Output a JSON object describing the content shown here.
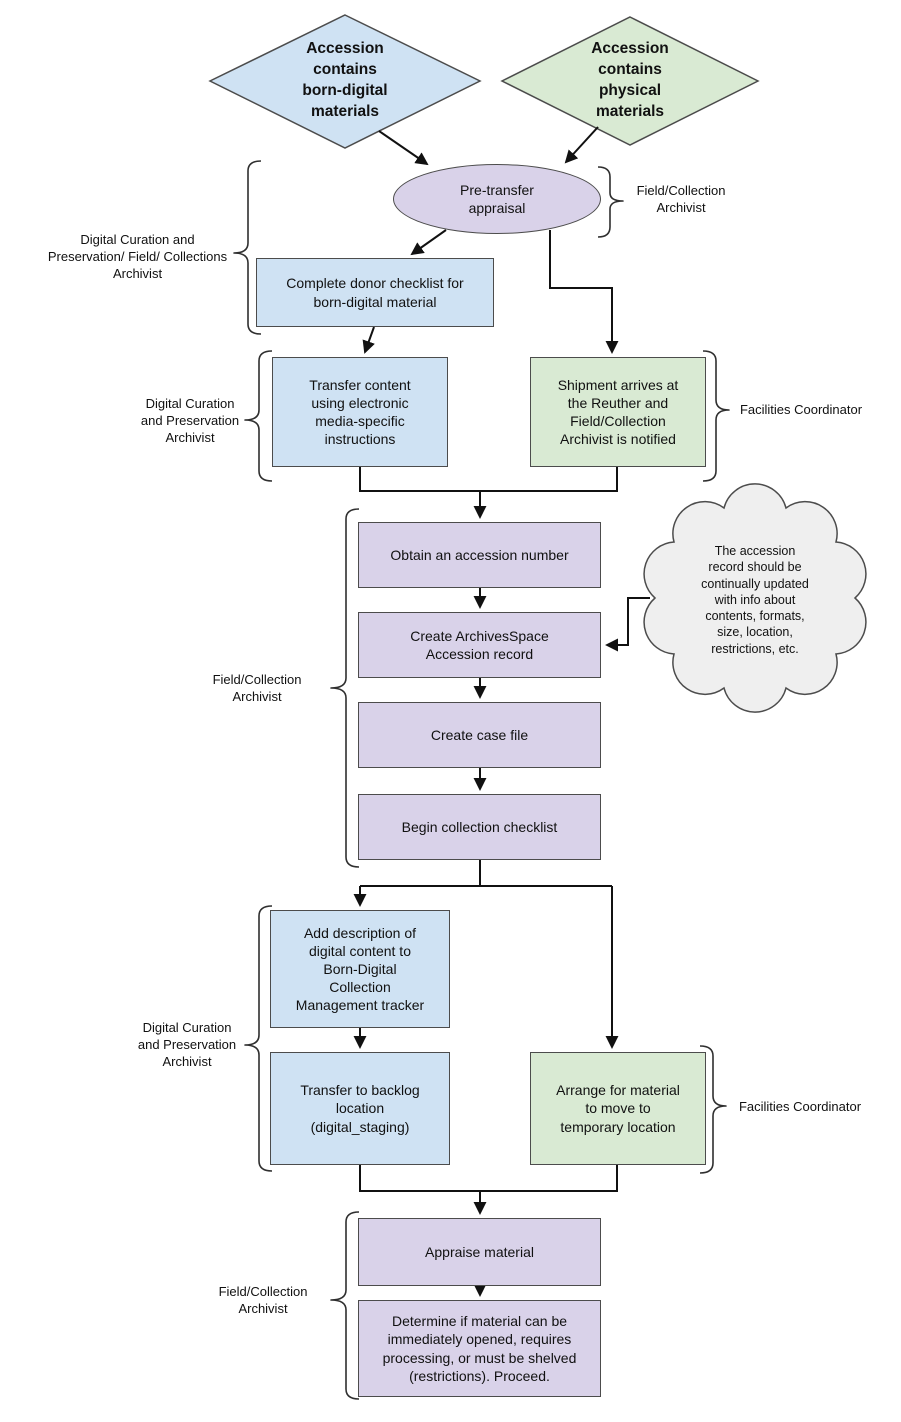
{
  "colors": {
    "born_digital_blue": "#cfe2f3",
    "physical_green": "#d9ead3",
    "process_purple": "#d9d2e9",
    "note_cloud_gray": "#efefef",
    "connector_black": "#111111"
  },
  "nodes": {
    "born_digital_diamond": {
      "label": "Accession\ncontains\nborn-digital\nmaterials"
    },
    "physical_diamond": {
      "label": "Accession\ncontains\nphysical\nmaterials"
    },
    "pre_transfer_appraisal": {
      "label": "Pre-transfer\nappraisal"
    },
    "donor_checklist": {
      "label": "Complete donor checklist for\nborn-digital material"
    },
    "transfer_content": {
      "label": "Transfer content\nusing electronic\nmedia-specific\ninstructions"
    },
    "shipment_arrives": {
      "label": "Shipment arrives at\nthe Reuther and\nField/Collection\nArchivist is notified"
    },
    "obtain_accession_number": {
      "label": "Obtain an accession number"
    },
    "create_archivesspace_record": {
      "label": "Create ArchivesSpace\nAccession record"
    },
    "create_case_file": {
      "label": "Create case file"
    },
    "begin_collection_checklist": {
      "label": "Begin collection checklist"
    },
    "add_description": {
      "label": "Add description of\ndigital content to\nBorn-Digital\nCollection\nManagement tracker"
    },
    "transfer_backlog": {
      "label": "Transfer to backlog\nlocation\n(digital_staging)"
    },
    "arrange_material": {
      "label": "Arrange for material\nto move to\ntemporary location"
    },
    "appraise_material": {
      "label": "Appraise material"
    },
    "determine_disposition": {
      "label": "Determine if material can be\nimmediately opened, requires\nprocessing, or must be shelved\n(restrictions). Proceed."
    }
  },
  "annotations": {
    "cloud_note": {
      "label": "The accession\nrecord should be\ncontinually updated\nwith info about\ncontents, formats,\nsize, location,\nrestrictions, etc."
    },
    "role_dcp_field_collections": {
      "label": "Digital Curation and\nPreservation/ Field/ Collections\nArchivist"
    },
    "role_field_collection_top": {
      "label": "Field/Collection\nArchivist"
    },
    "role_dcp_1": {
      "label": "Digital Curation\nand Preservation\nArchivist"
    },
    "role_facilities_1": {
      "label": "Facilities Coordinator"
    },
    "role_field_collection_mid": {
      "label": "Field/Collection\nArchivist"
    },
    "role_dcp_2": {
      "label": "Digital Curation\nand Preservation\nArchivist"
    },
    "role_facilities_2": {
      "label": "Facilities Coordinator"
    },
    "role_field_collection_bottom": {
      "label": "Field/Collection\nArchivist"
    }
  }
}
